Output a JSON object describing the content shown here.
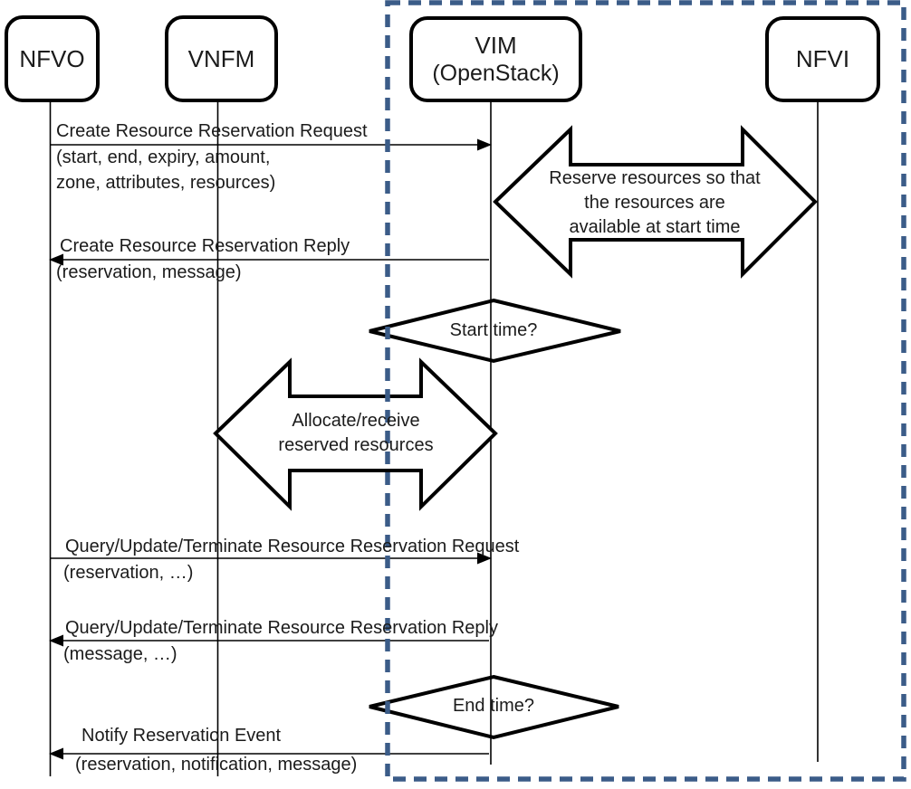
{
  "diagram": {
    "actors": [
      {
        "id": "nfvo",
        "label": "NFVO"
      },
      {
        "id": "vnfm",
        "label": "VNFM"
      },
      {
        "id": "vim",
        "label": "VIM",
        "sublabel": "(OpenStack)"
      },
      {
        "id": "nfvi",
        "label": "NFVI"
      }
    ],
    "messages": [
      {
        "label": "Create Resource Reservation Request",
        "params_line1": "(start, end, expiry, amount,",
        "params_line2": "zone, attributes, resources)",
        "from": "NFVO",
        "to": "VIM",
        "direction": "right"
      },
      {
        "label": "Create Resource Reservation Reply",
        "params_line1": "(reservation, message)",
        "from": "VIM",
        "to": "NFVO",
        "direction": "left"
      },
      {
        "label": "Query/Update/Terminate Resource Reservation Request",
        "params_line1": "(reservation, …)",
        "from": "NFVO",
        "to": "VIM",
        "direction": "right"
      },
      {
        "label": "Query/Update/Terminate Resource Reservation Reply",
        "params_line1": "(message, …)",
        "from": "VIM",
        "to": "NFVO",
        "direction": "left"
      },
      {
        "label": "Notify Reservation Event",
        "params_line1": "(reservation, notification, message)",
        "from": "VIM",
        "to": "NFVO",
        "direction": "left"
      }
    ],
    "activities": [
      {
        "id": "reserve-resources",
        "between": "VIM-NFVI",
        "text": "Reserve resources so that\nthe resources are\navailable at start time"
      },
      {
        "id": "allocate-receive",
        "between": "VNFM-VIM",
        "text": "Allocate/receive\nreserved resources"
      }
    ],
    "decisions": [
      {
        "id": "start-time",
        "label": "Start time?"
      },
      {
        "id": "end-time",
        "label": "End time?"
      }
    ],
    "colors": {
      "dashed_border": "#3B5C88",
      "stroke": "#000000"
    }
  }
}
